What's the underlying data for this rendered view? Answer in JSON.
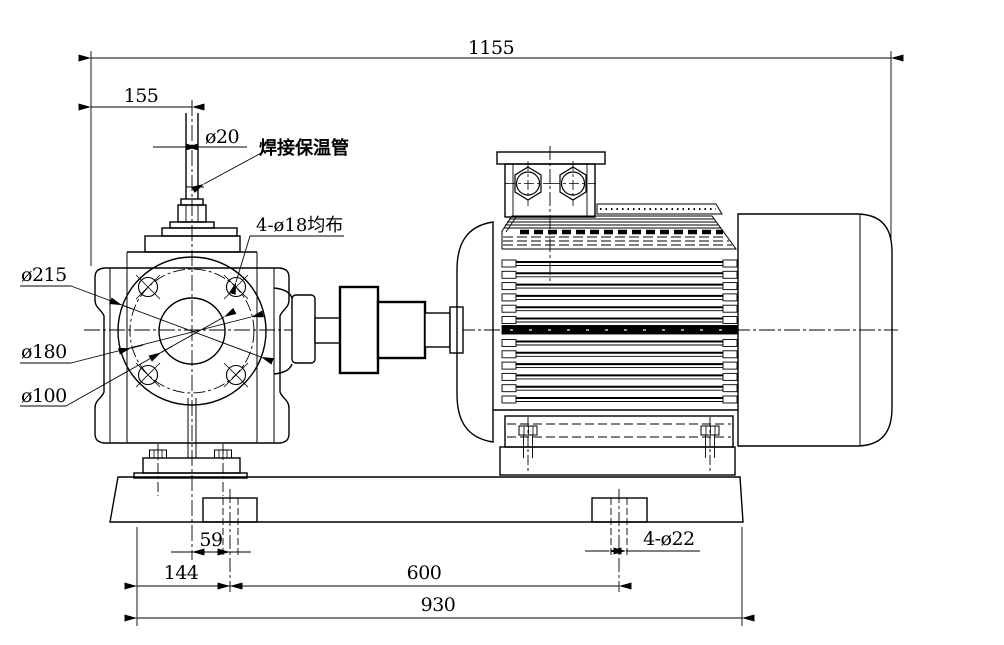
{
  "drawing": {
    "dimensions": {
      "overall_length": "1155",
      "pipe_offset": "155",
      "pipe_diameter": "ø20",
      "flange_outer_diameter": "ø215",
      "bolt_circle_diameter": "ø180",
      "bore_diameter": "ø100",
      "center_to_hole": "59",
      "edge_to_hole": "144",
      "hole_spacing": "600",
      "base_length": "930"
    },
    "annotations": {
      "weld_pipe_label": "焊接保温管",
      "flange_holes_label": "4-ø18均布",
      "base_holes_label": "4-ø22"
    },
    "colors": {
      "line": "#000000",
      "background": "#ffffff"
    }
  }
}
